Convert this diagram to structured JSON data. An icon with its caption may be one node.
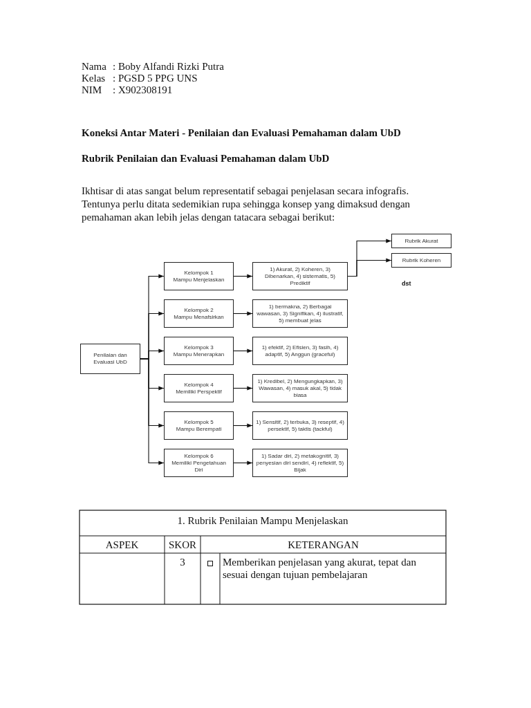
{
  "diagram": {
    "title": "Koneksi Antar Materi - Penilaian dan Evaluasi Pemahaman dalam UbD",
    "nodes": [
      {
        "text": [
          "Penilaian dan Evaluasi UbD"
        ]
      },
      {
        "text": [
          "Kelompok 1",
          "Mampu Menjelaskan"
        ]
      },
      {
        "text": [
          "1) Akurat, 2) Koheren, 3) Dibenarkan, 4) sistematis, 5) Prediktif"
        ]
      },
      {
        "text": [
          "Kelompok 2",
          "Mampu Menafsirkan"
        ]
      },
      {
        "text": [
          "1) bermakna, 2) Berbagai wawasan, 3) Signifikan, 4) ilustratif, 5) membuat jelas"
        ]
      },
      {
        "text": [
          "Kelompok 3",
          "Mampu Menerapkan"
        ]
      },
      {
        "text": [
          "1) efektif, 2) Efisien, 3) fasih, 4) adaptif, 5) Anggun (graceful)"
        ]
      },
      {
        "text": [
          "Kelompok 4",
          "Memiliki Perspektif"
        ]
      },
      {
        "text": [
          "1) Kredibel, 2) Mengungkapkan, 3) Wawasan, 4) masuk akal, 5) tidak biasa"
        ]
      },
      {
        "text": [
          "Kelompok 5",
          "Mampu Berempati"
        ]
      },
      {
        "text": [
          "1) Sensitif, 2) terbuka, 3) reseptif, 4) persektif, 5) taktis (tackful)"
        ]
      },
      {
        "text": [
          "Kelompok 6",
          "Memiliki Pengetahuan Diri"
        ]
      },
      {
        "text": [
          "1) Sadar diri, 2) metakognitif, 3) penyesian diri sendiri, 4) reflektif, 5) Bijak"
        ]
      },
      {
        "text": [
          "Rubrik Akurat"
        ]
      },
      {
        "text": [
          "Rubrik Koheren"
        ]
      }
    ],
    "edges": [
      {
        "from": 0,
        "to": 1,
        "arrow": "to"
      },
      {
        "from": 0,
        "to": 3,
        "arrow": "to"
      },
      {
        "from": 0,
        "to": 5,
        "arrow": "to"
      },
      {
        "from": 0,
        "to": 7,
        "arrow": "to"
      },
      {
        "from": 0,
        "to": 9,
        "arrow": "to"
      },
      {
        "from": 0,
        "to": 11,
        "arrow": "to"
      },
      {
        "from": 1,
        "to": 2,
        "arrow": "to"
      },
      {
        "from": 3,
        "to": 4,
        "arrow": "to"
      },
      {
        "from": 5,
        "to": 6,
        "arrow": "to"
      },
      {
        "from": 7,
        "to": 8,
        "arrow": "to"
      },
      {
        "from": 9,
        "to": 10,
        "arrow": "to"
      },
      {
        "from": 11,
        "to": 12,
        "arrow": "to"
      },
      {
        "from": 2,
        "to": 13,
        "arrow": "to"
      },
      {
        "from": 2,
        "to": 14,
        "arrow": "to"
      }
    ],
    "labels": [
      "Nama",
      ": Boby Alfandi Rizki Putra",
      "Kelas",
      ": PGSD 5 PPG UNS",
      "NIM",
      ": X902308191",
      "Rubrik Penilaian dan Evaluasi Pemahaman dalam UbD",
      "Ikhtisar di atas sangat belum representatif sebagai penjelasan secara infografis. Tentunya perlu ditata sedemikian rupa sehingga konsep yang dimaksud dengan pemahaman akan lebih jelas dengan tatacara sebagai berikut:",
      "dst",
      "1. Rubrik Penilaian Mampu Menjelaskan",
      "ASPEK",
      "SKOR",
      "KETERANGAN",
      "3",
      "Memberikan penjelasan yang akurat, tepat dan sesuai dengan tujuan pembelajaran"
    ]
  }
}
